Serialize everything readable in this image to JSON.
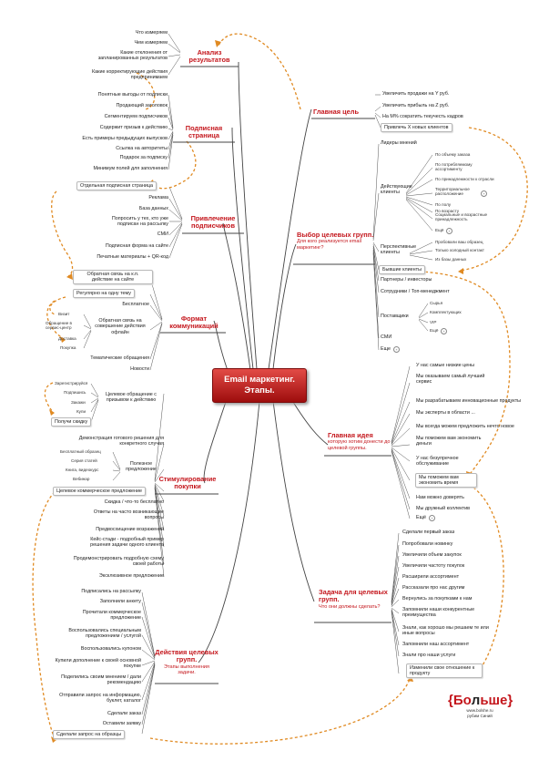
{
  "center": {
    "line1": "Email маркетинг.",
    "line2": "Этапы."
  },
  "branches": {
    "analysis": {
      "title": "Анализ результатов"
    },
    "subscribe_page": {
      "title": "Подписная страница"
    },
    "attract": {
      "title": "Привлечение подписчиков"
    },
    "format": {
      "title": "Формат коммуникаций"
    },
    "stimulate": {
      "title": "Стимулирование покупки"
    },
    "actions": {
      "title": "Действия целевых групп.",
      "sub": "Этапы выполнения задачи."
    },
    "goal": {
      "title": "Главная цель"
    },
    "segments": {
      "title": "Выбор целевых групп.",
      "sub": "Для кого реализуется email маркетинг?"
    },
    "idea": {
      "title": "Главная идея",
      "sub": "которую хотим донести до целевой группы."
    },
    "task": {
      "title": "Задача для целевых групп.",
      "sub": "Что они должны сделать?"
    }
  },
  "analysis_items": [
    "Что измеряем",
    "Чем измеряем",
    "Какие отклонения от запланированных результатов",
    "Какие корректирующие действия предпринимаем"
  ],
  "subscribe_items": [
    "Понятные выгоды от подписки",
    "Продающий заголовок",
    "Сегментируем подписчиков",
    "Содержит призыв к действию",
    "Есть примеры предыдущих выпусков",
    "Ссылка на авторитеты",
    "Подарок за подписку",
    "Минимум полей для заполнения"
  ],
  "attract_items": [
    "Отдельная подписная страница",
    "Реклама",
    "База данных",
    "Попросить у тех, кто уже подписан на рассылку",
    "СМИ",
    "Подписная форма на сайте",
    "Печатные материалы + QR-код"
  ],
  "format_items": [
    "Обратная связь на к.п. действие на сайте",
    "Регулярно на одну тему",
    "Бесплатное",
    "Обратная связь на совершение действия офлайн",
    "Тематические обращения",
    "Новости"
  ],
  "format_sub": [
    "Визит",
    "Обращение в сервис-центр",
    "Доставка",
    "Покупка"
  ],
  "stim_items": [
    "Целевое обращение с призывом к действию",
    "Демонстрация готового решения для конкретного случая",
    "Полезное предложение",
    "Целевое коммерческое предложение",
    "Скидка / что-то бесплатно",
    "Ответы на часто возникающие вопросы",
    "Предвосхищение возражений",
    "Кейс-стади - подробный пример решения задачи одного клиента",
    "Продемонстрировать подробную схему своей работы",
    "Эксклюзивное предложение"
  ],
  "stim_sub": [
    "Зарегистрируйся",
    "Подпишись",
    "Закажи",
    "Купи",
    "Получи скидку"
  ],
  "stim_sub2": [
    "Бесплатный образец",
    "Серия статей",
    "Книга, видеокурс",
    "Вебинар"
  ],
  "action_items": [
    "Подписались на рассылку",
    "Заполнили анкету",
    "Прочитали коммерческое предложение",
    "Воспользовались специальным предложением / услугой",
    "Воспользовались купоном",
    "Купили дополнение к своей основной покупке",
    "Поделились своим мнением / дали рекомендацию",
    "Отправили запрос на информацию, буклет, каталог",
    "Сделали заказ",
    "Оставили заявку",
    "Сделали запрос на образцы"
  ],
  "goal_items": [
    "Увеличить продажи на Y руб.",
    "Увеличить прибыль на Z руб.",
    "На M% сократить текучесть кадров",
    "Привлечь X новых клиентов"
  ],
  "segment_items": [
    "Лидеры мнений",
    "Действующие клиенты",
    "Перспективные клиенты",
    "Бывшие клиенты",
    "Партнеры / инвесторы",
    "Сотрудники / Топ-менеджмент",
    "Поставщики",
    "СМИ",
    "Еще"
  ],
  "client_sub": [
    "По объему заказа",
    "По потребляемому ассортименту",
    "По принадлежности к отрасли",
    "Территориальное расположение",
    "По полу",
    "По возрасту",
    "Социальные и возрастные принадлежность",
    "Ещё"
  ],
  "prospect_sub": [
    "Пробовали ваш образец",
    "Только холодный контакт",
    "Из базы данных"
  ],
  "supplier_sub": [
    "Сырья",
    "Комплектующих",
    "VIP",
    "Ещё"
  ],
  "idea_items": [
    "У нас самые низкие цены",
    "Мы оказываем самый лучший сервис",
    "Мы разрабатываем инновационные продукты",
    "Мы эксперты в области ...",
    "Мы всегда можем предложить нечто новое",
    "Мы поможем вам экономить деньги",
    "У нас безупречное обслуживание",
    "Мы поможем вам экономить время",
    "Нам можно доверять",
    "Мы дружный коллектив",
    "Ещё"
  ],
  "task_items": [
    "Сделали первый заказ",
    "Попробовали новинку",
    "Увеличили объем закупок",
    "Увеличили частоту покупок",
    "Расширили ассортимент",
    "Рассказали про нас другим",
    "Вернулись за покупками к нам",
    "Запомнили наши конкурентные преимущества",
    "Знали, как хорошо мы решаем те или иные вопросы",
    "Запомнили наш ассортимент",
    "Знали про наши услуги",
    "Изменили свое отношение к продукту"
  ],
  "logo": {
    "brand_left": "{Бо",
    "brand_mid": "л",
    "brand_right": "ьше}",
    "url": "www.bolshe.ru",
    "tagline": "рубим Синий"
  }
}
